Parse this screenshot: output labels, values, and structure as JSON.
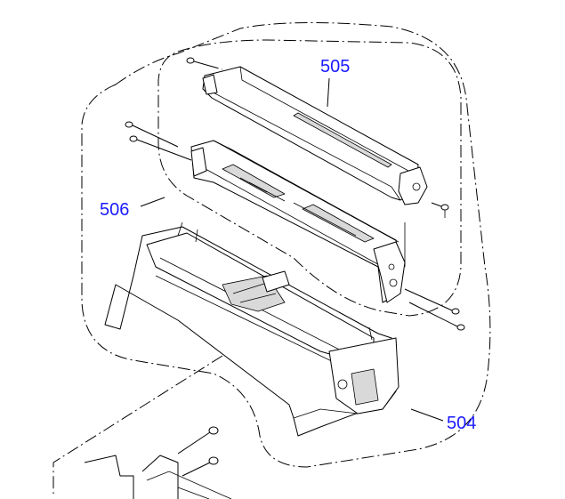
{
  "labels": {
    "assembly": "504",
    "upper_cover": "505",
    "guide_frame": "506"
  }
}
